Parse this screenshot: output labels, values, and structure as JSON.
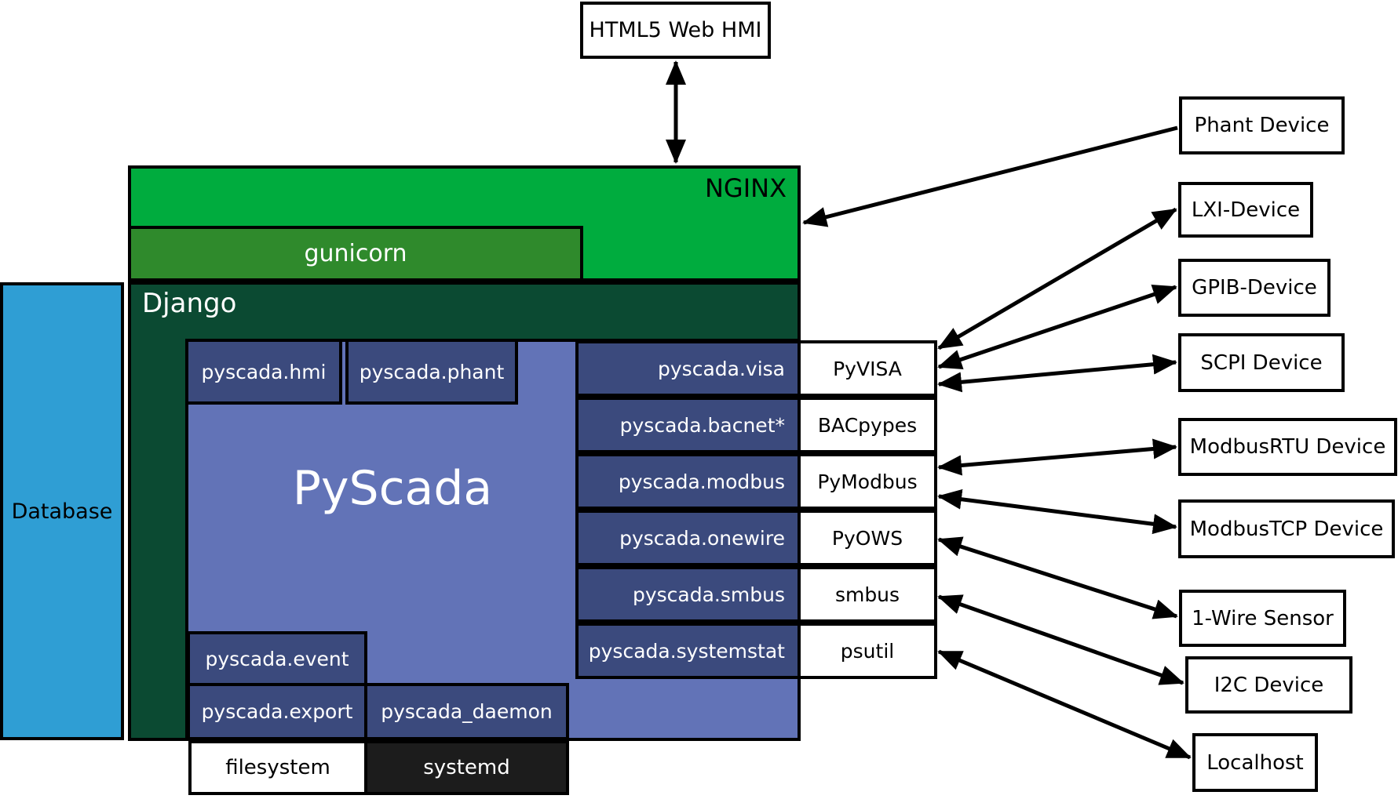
{
  "colors": {
    "nginx_green": "#00AC3E",
    "gunicorn_green": "#2F8A2C",
    "django_dark_green": "#0B4A32",
    "database_blue": "#2F9ED4",
    "pyscada_periwinkle": "#6273B7",
    "module_navy": "#3B4A7D",
    "systemd_black": "#1C1C1C",
    "arrow_black": "#000000"
  },
  "web_client": {
    "label": "HTML5 Web HMI"
  },
  "server_stack": {
    "nginx": "NGINX",
    "gunicorn": "gunicorn",
    "django": "Django",
    "pyscada": "PyScada",
    "database": "Database"
  },
  "pyscada_apps": {
    "hmi": "pyscada.hmi",
    "phant": "pyscada.phant",
    "event": "pyscada.event",
    "export": "pyscada.export",
    "daemon": "pyscada_daemon"
  },
  "protocol_rows": [
    {
      "module": "pyscada.visa",
      "library": "PyVISA"
    },
    {
      "module": "pyscada.bacnet*",
      "library": "BACpypes"
    },
    {
      "module": "pyscada.modbus",
      "library": "PyModbus"
    },
    {
      "module": "pyscada.onewire",
      "library": "PyOWS"
    },
    {
      "module": "pyscada.smbus",
      "library": "smbus"
    },
    {
      "module": "pyscada.systemstat",
      "library": "psutil"
    }
  ],
  "system_services": {
    "filesystem": "filesystem",
    "systemd": "systemd"
  },
  "devices": [
    {
      "label": "Phant Device"
    },
    {
      "label": "LXI-Device"
    },
    {
      "label": "GPIB-Device"
    },
    {
      "label": "SCPI Device"
    },
    {
      "label": "ModbusRTU Device"
    },
    {
      "label": "ModbusTCP Device"
    },
    {
      "label": "1-Wire Sensor"
    },
    {
      "label": "I2C Device"
    },
    {
      "label": "Localhost"
    }
  ],
  "connections": [
    {
      "from": "HTML5 Web HMI",
      "to": "NGINX",
      "direction": "bidirectional"
    },
    {
      "from": "Phant Device",
      "to": "NGINX",
      "direction": "to-nginx"
    },
    {
      "from": "PyVISA",
      "to": "LXI-Device",
      "direction": "bidirectional"
    },
    {
      "from": "PyVISA",
      "to": "GPIB-Device",
      "direction": "bidirectional"
    },
    {
      "from": "PyVISA",
      "to": "SCPI Device",
      "direction": "bidirectional"
    },
    {
      "from": "PyModbus",
      "to": "ModbusRTU Device",
      "direction": "bidirectional"
    },
    {
      "from": "PyModbus",
      "to": "ModbusTCP Device",
      "direction": "bidirectional"
    },
    {
      "from": "PyOWS",
      "to": "1-Wire Sensor",
      "direction": "bidirectional"
    },
    {
      "from": "smbus",
      "to": "I2C Device",
      "direction": "bidirectional"
    },
    {
      "from": "psutil",
      "to": "Localhost",
      "direction": "bidirectional"
    }
  ]
}
